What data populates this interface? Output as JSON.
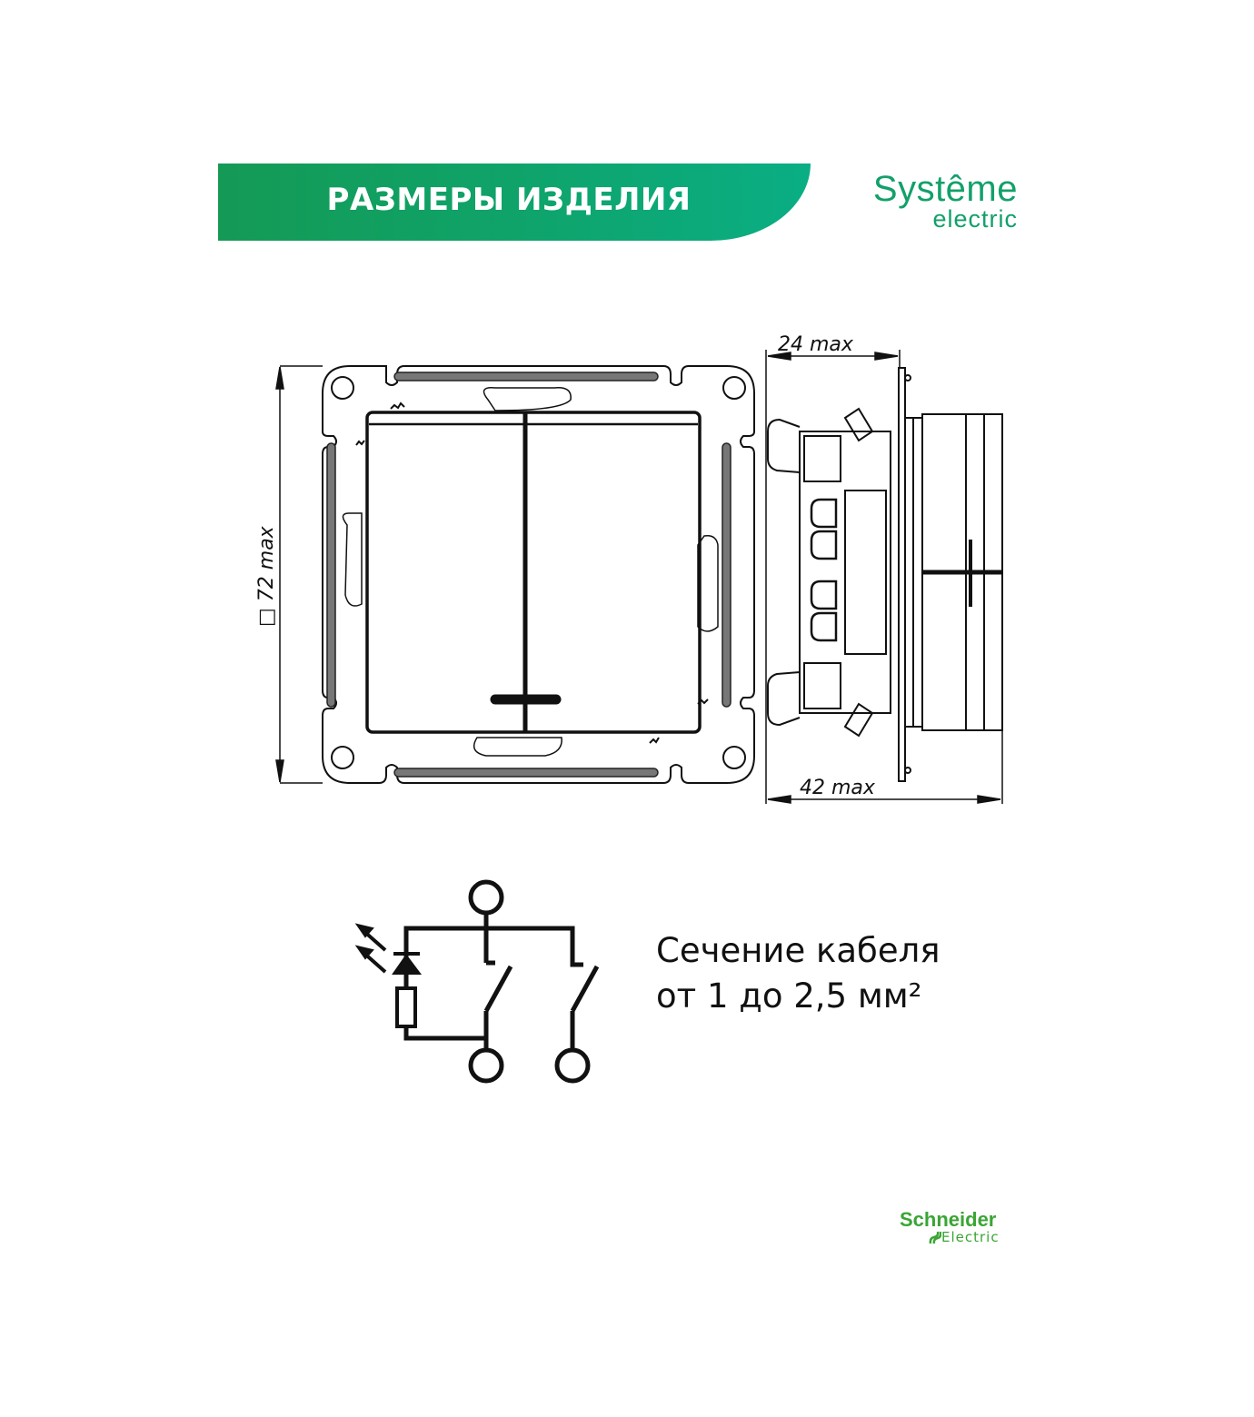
{
  "header": {
    "title": "РАЗМЕРЫ ИЗДЕЛИЯ",
    "banner_color": "#0fa36a"
  },
  "brand_logo": {
    "line1": "Systême",
    "line2": "electric",
    "color": "#13a06a"
  },
  "front_view": {
    "dimension_label": "□ 72 max",
    "dimension_value": "72 max",
    "dimension_symbol": "□"
  },
  "side_view": {
    "top_dimension_label": "24 max",
    "bottom_dimension_label": "42 max"
  },
  "wiring_diagram": {
    "components": [
      "led-indicator",
      "resistor",
      "switch-1",
      "switch-2"
    ],
    "terminals": 3
  },
  "cable_info": {
    "line1": "Сечение кабеля",
    "line2": "от 1 до 2,5 мм²"
  },
  "footer_logo": {
    "line1": "Schneider",
    "line2": "Electric",
    "color": "#3aa535"
  }
}
